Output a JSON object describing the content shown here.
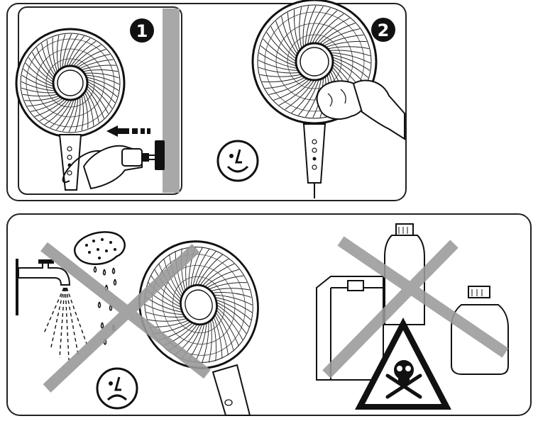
{
  "image_title": "",
  "steps": [
    {
      "number": "1",
      "action": "unplug-before-cleaning"
    },
    {
      "number": "2",
      "action": "wipe-with-cloth"
    }
  ],
  "warnings": [
    {
      "item": "water-and-sponge",
      "status": "prohibited",
      "face": "sad"
    },
    {
      "item": "chemical-solvents",
      "status": "prohibited",
      "hazard": "toxic"
    }
  ],
  "colors": {
    "line": "#111111",
    "panel_border": "#222222",
    "cross": "#9a9a9a",
    "wall": "#a8a8a8",
    "badge": "#111111",
    "background": "#ffffff"
  }
}
